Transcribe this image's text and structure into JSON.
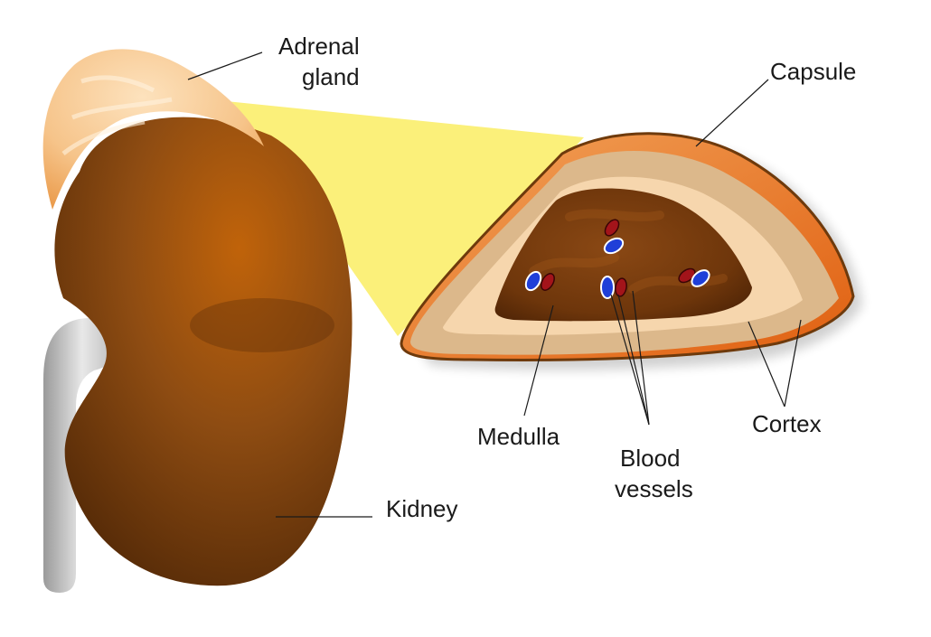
{
  "labels": {
    "adrenal_gland": [
      "Adrenal",
      "gland"
    ],
    "capsule": "Capsule",
    "medulla": "Medulla",
    "blood_vessels": [
      "Blood",
      "vessels"
    ],
    "cortex": "Cortex",
    "kidney": "Kidney"
  },
  "colors": {
    "kidney": "#8a4a10",
    "adrenal": "#f6c48a",
    "callout_beam": "#fbf07a",
    "capsule": "#e8751f",
    "cortex_outer": "#ddb98c",
    "cortex_inner": "#f6d6ad",
    "medulla": "#7a3d0c",
    "vessel_vein": "#1f3fd8",
    "vessel_artery": "#a3141a",
    "ureter": "#cfcfcf"
  }
}
